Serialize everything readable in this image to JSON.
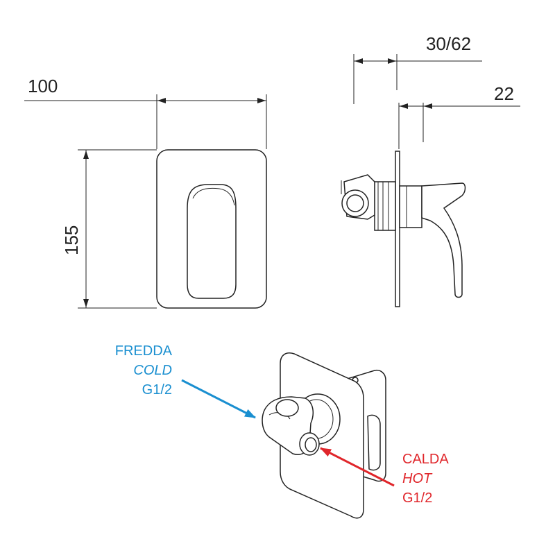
{
  "dimensions": {
    "width": "100",
    "height": "155",
    "depth_range": "30/62",
    "plate_offset": "22"
  },
  "callouts": {
    "cold": {
      "label_it": "FREDDA",
      "label_en": "COLD",
      "thread": "G1/2",
      "color": "#1a8fd0"
    },
    "hot": {
      "label_it": "CALDA",
      "label_en": "HOT",
      "thread": "G1/2",
      "color": "#e0262b"
    }
  }
}
